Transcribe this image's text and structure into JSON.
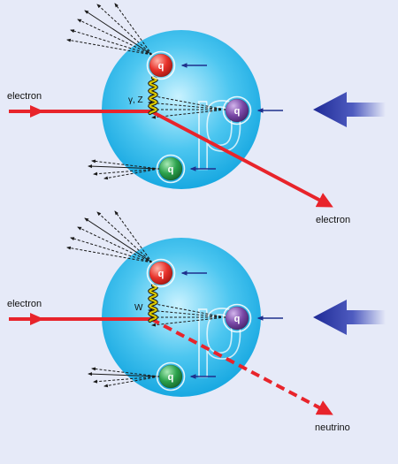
{
  "colors": {
    "background": "#e6eaf8",
    "proton_light": "#c9f2ff",
    "proton_mid": "#4cc6f0",
    "proton_dark": "#14a6e0",
    "electron_line": "#e8242b",
    "quark_red": "#e8332c",
    "quark_purple": "#7b4aa8",
    "quark_green": "#2ba24c",
    "boson": "#d9c800",
    "quark_arrow": "#1f2f8c",
    "proton_arrow": "#1e2a96"
  },
  "panels": [
    {
      "id": "neutral-current",
      "incoming_label": "electron",
      "outgoing_label": "electron",
      "outgoing_style": "solid",
      "boson_label": "γ, Z",
      "proton_label": "p",
      "quark_label": "q"
    },
    {
      "id": "charged-current",
      "incoming_label": "electron",
      "outgoing_label": "neutrino",
      "outgoing_style": "dashed",
      "boson_label": "W",
      "proton_label": "p",
      "quark_label": "q"
    }
  ]
}
